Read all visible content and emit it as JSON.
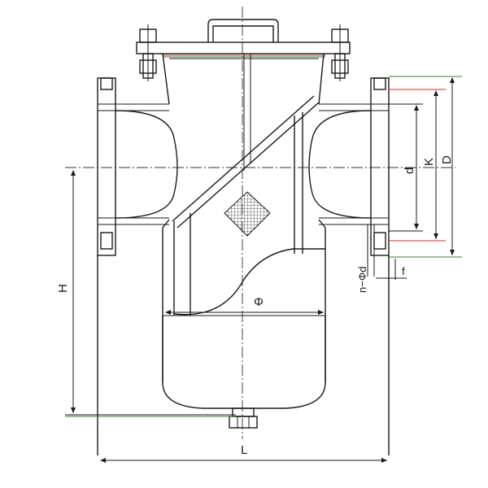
{
  "drawing": {
    "labels": {
      "d": "d",
      "K": "K",
      "D": "D",
      "H": "H",
      "L": "L",
      "phi": "Φ",
      "holes": "n−Φd",
      "f": "f"
    },
    "colors": {
      "line": "#1a1a1a",
      "accent_red": "#c0392b",
      "accent_green": "#4a7a3a",
      "mesh": "#444444"
    }
  }
}
